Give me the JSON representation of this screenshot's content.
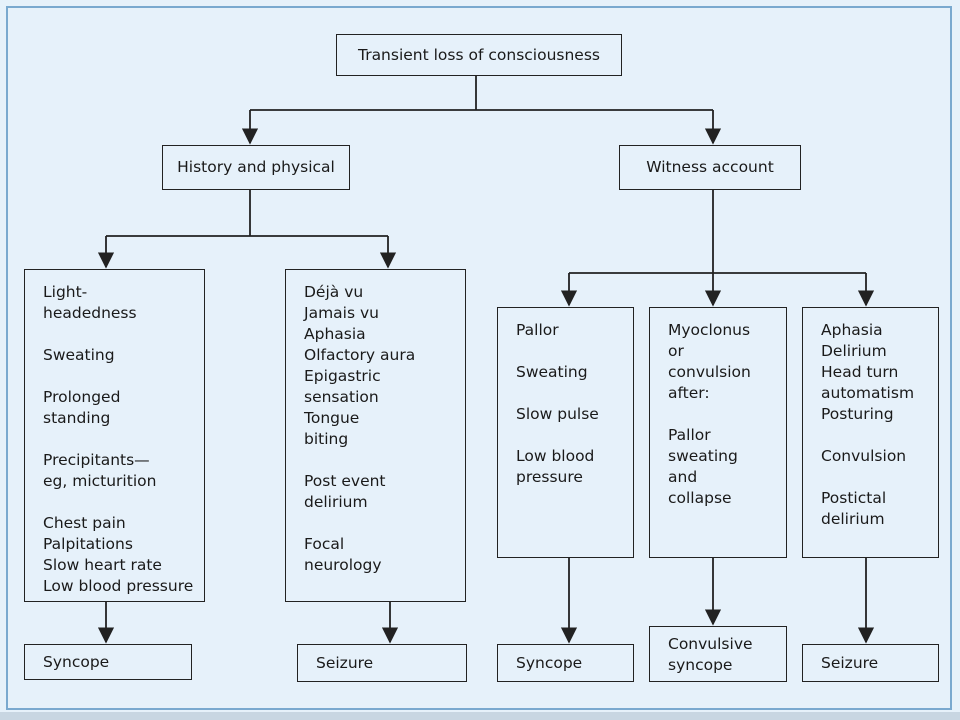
{
  "root": "Transient loss of consciousness",
  "branches": {
    "history": "History and physical",
    "witness": "Witness account"
  },
  "features": {
    "history_syncope": [
      "Light-",
      "headedness",
      "",
      "Sweating",
      "",
      "Prolonged",
      "standing",
      "",
      "Precipitants—",
      "eg, micturition",
      "",
      "Chest pain",
      "Palpitations",
      "Slow heart rate",
      "Low blood pressure"
    ],
    "history_seizure": [
      "Déjà vu",
      "Jamais vu",
      "Aphasia",
      "Olfactory aura",
      "Epigastric",
      "sensation",
      "Tongue",
      "biting",
      "",
      "Post event",
      "delirium",
      "",
      "Focal",
      "neurology"
    ],
    "witness_syncope": [
      "Pallor",
      "",
      "Sweating",
      "",
      "Slow pulse",
      "",
      "Low blood",
      "pressure"
    ],
    "witness_convulsive": [
      "Myoclonus",
      "or",
      "convulsion",
      "after:",
      "",
      "Pallor",
      "sweating",
      "and",
      "collapse"
    ],
    "witness_seizure": [
      "Aphasia",
      "Delirium",
      "Head turn",
      "automatism",
      "Posturing",
      "",
      "Convulsion",
      "",
      "Postictal",
      "delirium"
    ]
  },
  "outcomes": {
    "history_syncope": "Syncope",
    "history_seizure": "Seizure",
    "witness_syncope": "Syncope",
    "witness_convulsive": [
      "Convulsive",
      "syncope"
    ],
    "witness_seizure": "Seizure"
  },
  "colors": {
    "background": "#e6f1fa",
    "frame": "#7aa9cf",
    "lines": "#222222"
  }
}
